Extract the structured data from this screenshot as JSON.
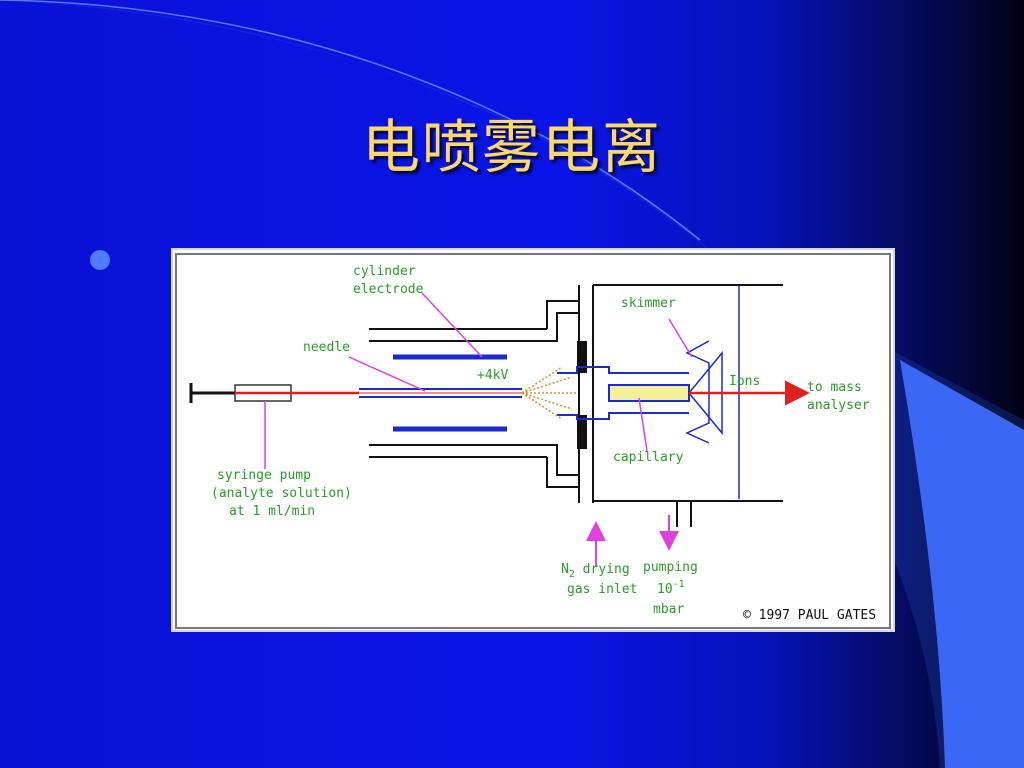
{
  "slide": {
    "title": "电喷雾电离",
    "colors": {
      "title": "#ffd86a",
      "bullet": "#4f7dff",
      "accent": "#3366ff"
    }
  },
  "diagram": {
    "labels": {
      "cylinder": "cylinder",
      "electrode": "electrode",
      "needle": "needle",
      "voltage": "+4kV",
      "skimmer": "skimmer",
      "ions": "Ions",
      "to_mass": "to mass",
      "analyser": "analyser",
      "capillary": "capillary",
      "syringe_1": "syringe pump",
      "syringe_2": "(analyte solution)",
      "syringe_3": "at 1 ml/min",
      "n2_prefix": "N",
      "n2_sub": "2",
      "n2_suffix": " drying",
      "gas_inlet": "gas inlet",
      "pumping": "pumping",
      "pressure_base": "10",
      "pressure_exp": "-1",
      "pressure_unit": "mbar",
      "copyright": "© 1997 PAUL GATES"
    },
    "colors": {
      "label": "#2a9c28",
      "electrode": "#1a2ad0",
      "needle_line": "#e02020",
      "pointer": "#e040e0",
      "capillary": "#f4ef9a"
    }
  }
}
